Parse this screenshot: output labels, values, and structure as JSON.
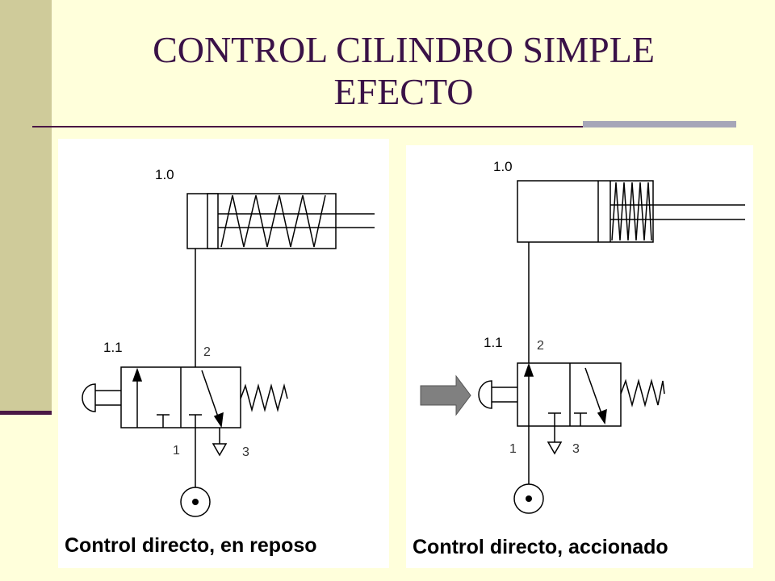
{
  "slide": {
    "title_line1": "CONTROL CILINDRO SIMPLE",
    "title_line2": "EFECTO"
  },
  "left_diagram": {
    "cylinder_label": "1.0",
    "valve_label": "1.1",
    "port_2": "2",
    "port_1": "1",
    "port_3": "3",
    "caption": "Control directo, en reposo"
  },
  "right_diagram": {
    "cylinder_label": "1.0",
    "valve_label": "1.1",
    "port_2": "2",
    "port_1": "1",
    "port_3": "3",
    "caption": "Control directo, accionado"
  },
  "colors": {
    "background": "#FFFFDB",
    "left_bar": "#CFCB9A",
    "title": "#3A1247",
    "rule": "#4A1745",
    "actuation_arrow": "#808080"
  }
}
